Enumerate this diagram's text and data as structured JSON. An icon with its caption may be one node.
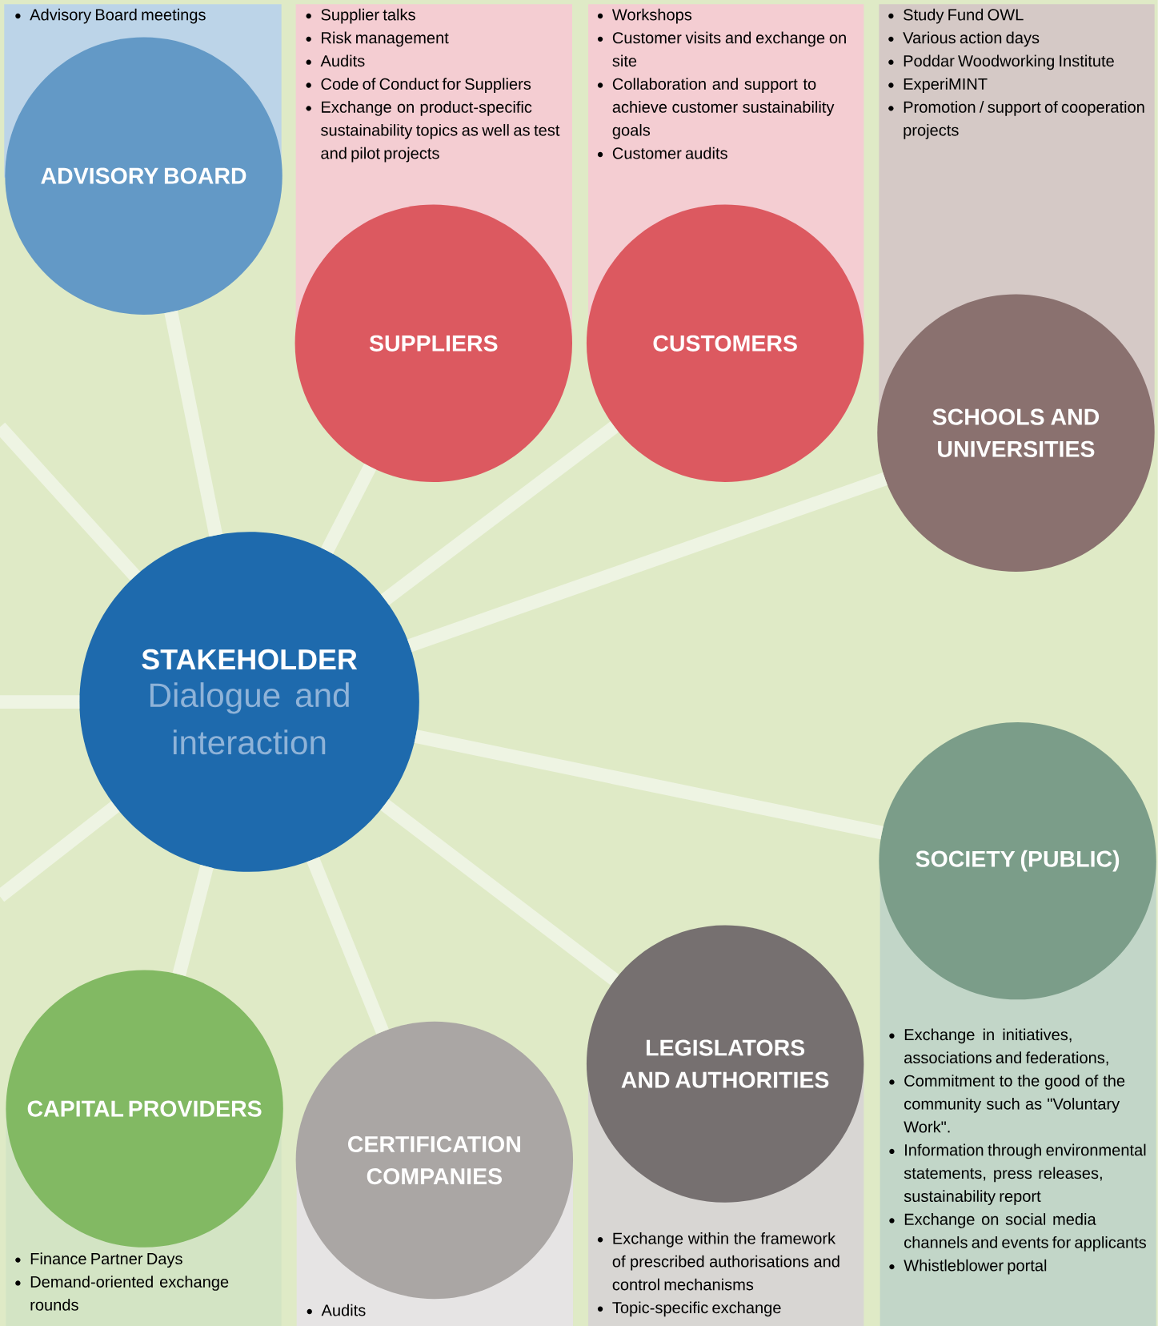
{
  "diagram": {
    "nodes": [
      {
        "text": [
          "STAKEHOLDER",
          "Dialogue and interaction"
        ]
      },
      {
        "text": [
          "ADVISORY BOARD"
        ],
        "beside": [
          "Advisory Board meetings"
        ]
      },
      {
        "text": [
          "SUPPLIERS"
        ],
        "beside": [
          "Supplier talks",
          "Risk management",
          "Audits",
          "Code of Conduct for Suppliers",
          "Exchange on product-specific sustainability topics as well as test and pilot projects"
        ]
      },
      {
        "text": [
          "CUSTOMERS"
        ],
        "beside": [
          "Workshops",
          "Customer visits and exchange on site",
          "Collaboration and support to achieve customer sustainability goals",
          "Customer audits"
        ]
      },
      {
        "text": [
          "SCHOOLS AND UNIVERSITIES"
        ],
        "beside": [
          "Study Fund OWL",
          "Various action days",
          "Poddar Woodworking Institute",
          "ExperiMINT",
          "Promotion / support of cooperation projects"
        ]
      },
      {
        "text": [
          "SOCIETY (PUBLIC)"
        ],
        "beside": [
          "Exchange in initiatives, associations and federations,",
          "Commitment to the good of the community such as \"Voluntary Work\".",
          "Information through environmental statements, press releases, sustainability report",
          "Exchange on social media channels and events for applicants",
          "Whistleblower portal"
        ]
      },
      {
        "text": [
          "LEGISLATORS AND AUTHORITIES"
        ],
        "beside": [
          "Exchange within the framework of prescribed authorisations and control mechanisms",
          "Topic-specific exchange"
        ]
      },
      {
        "text": [
          "CERTIFICATION COMPANIES"
        ],
        "beside": [
          "Audits"
        ]
      },
      {
        "text": [
          "CAPITAL PROVIDERS"
        ],
        "beside": [
          "Finance Partner Days",
          "Demand-oriented exchange rounds"
        ]
      }
    ],
    "edges": [
      {
        "from": 0,
        "to": 1,
        "arrow": "none"
      },
      {
        "from": 0,
        "to": 2,
        "arrow": "none"
      },
      {
        "from": 0,
        "to": 3,
        "arrow": "none"
      },
      {
        "from": 0,
        "to": 4,
        "arrow": "none"
      },
      {
        "from": 0,
        "to": 5,
        "arrow": "none"
      },
      {
        "from": 0,
        "to": 6,
        "arrow": "none"
      },
      {
        "from": 0,
        "to": 7,
        "arrow": "none"
      },
      {
        "from": 0,
        "to": 8,
        "arrow": "none"
      },
      {
        "from": 0,
        "to": null,
        "arrow": "none"
      },
      {
        "from": 0,
        "to": null,
        "arrow": "none"
      },
      {
        "from": 0,
        "to": null,
        "arrow": "none"
      }
    ]
  }
}
